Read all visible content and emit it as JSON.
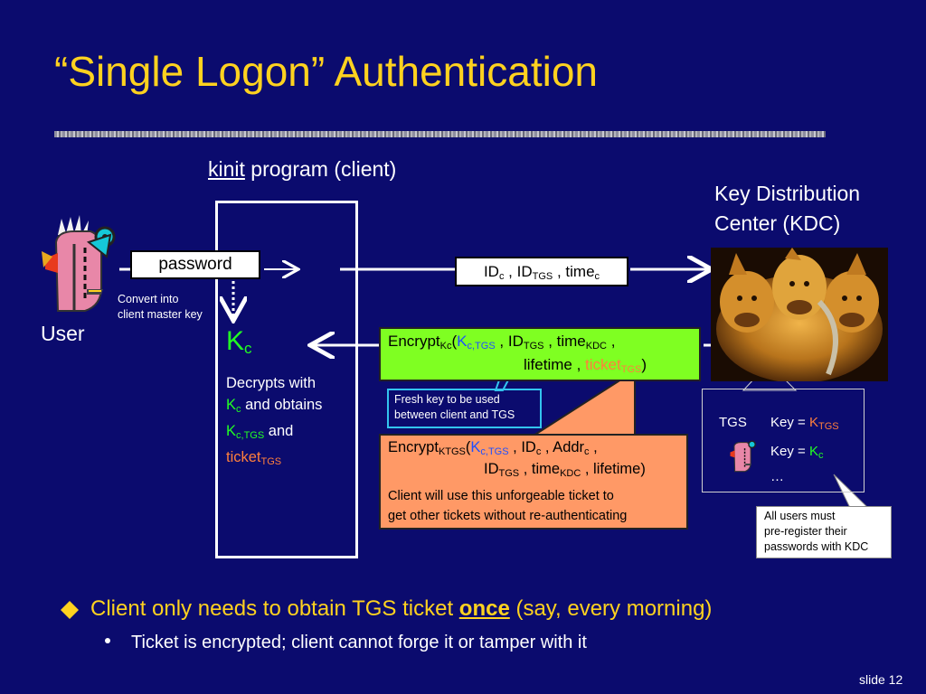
{
  "title": "“Single Logon” Authentication",
  "client": {
    "underlined": "kinit",
    "rest": " program (client)"
  },
  "kdc": {
    "line1": "Key Distribution",
    "line2": "Center (KDC)"
  },
  "user_label": "User",
  "password_label": "password",
  "convert_note": {
    "line1": "Convert into",
    "line2": "client master key"
  },
  "kc": {
    "k": "K",
    "sub": "c"
  },
  "decrypt": {
    "line1": "Decrypts with",
    "k": "K",
    "k_sub": "c",
    "and_obtains": " and obtains",
    "kctgs": "K",
    "kctgs_sub": "c,TGS",
    "and": " and",
    "ticket": "ticket",
    "ticket_sub": "TGS"
  },
  "request": {
    "id": "ID",
    "id_sub": "c",
    "sep1": " , ID",
    "tgs_sub": "TGS",
    "sep2": " , time",
    "time_sub": "c"
  },
  "reply": {
    "encrypt": "Encrypt",
    "encrypt_sub": "Kc",
    "open": "(",
    "k": "K",
    "k_sub": "c,TGS",
    "id": " , ID",
    "id_sub": "TGS",
    "time": " , time",
    "time_sub": "KDC",
    "comma": " ,",
    "lifetime": "lifetime , ",
    "ticket": "ticket",
    "ticket_sub": "TGS",
    "close": ")"
  },
  "fresh_note": {
    "line1": "Fresh key to be used",
    "line2": "between client and TGS"
  },
  "ticket_box": {
    "encrypt": "Encrypt",
    "encrypt_sub": "KTGS",
    "open": "(",
    "k": "K",
    "k_sub": "c,TGS",
    "id": " , ID",
    "id_sub": "c",
    "addr": " , Addr",
    "addr_sub": "c",
    "comma": " ,",
    "line2_id": "ID",
    "line2_id_sub": "TGS",
    "line2_time": " , time",
    "line2_time_sub": "KDC",
    "line2_end": " , lifetime)",
    "note1": "Client will use this unforgeable ticket to",
    "note2": "get other tickets without re-authenticating"
  },
  "tgs_table": {
    "tgs": "TGS",
    "key1": "Key = ",
    "key1_k": "K",
    "key1_sub": "TGS",
    "key2": "Key = ",
    "key2_k": "K",
    "key2_sub": "c",
    "more": "…"
  },
  "register_note": {
    "line1": "All users must",
    "line2": "pre-register their",
    "line3": "passwords with KDC"
  },
  "bullets": {
    "b1_pre": "Client only needs to obtain TGS ticket ",
    "b1_em": "once",
    "b1_post": " (say, every morning)",
    "b2": "Ticket is encrypted; client cannot forge it or tamper with it"
  },
  "slide_number": "slide 12",
  "colors": {
    "background": "#0b0b6e",
    "title": "#ffd21f",
    "green": "#22ff22",
    "orange": "#ff7f3c",
    "blue": "#1f4fff"
  }
}
